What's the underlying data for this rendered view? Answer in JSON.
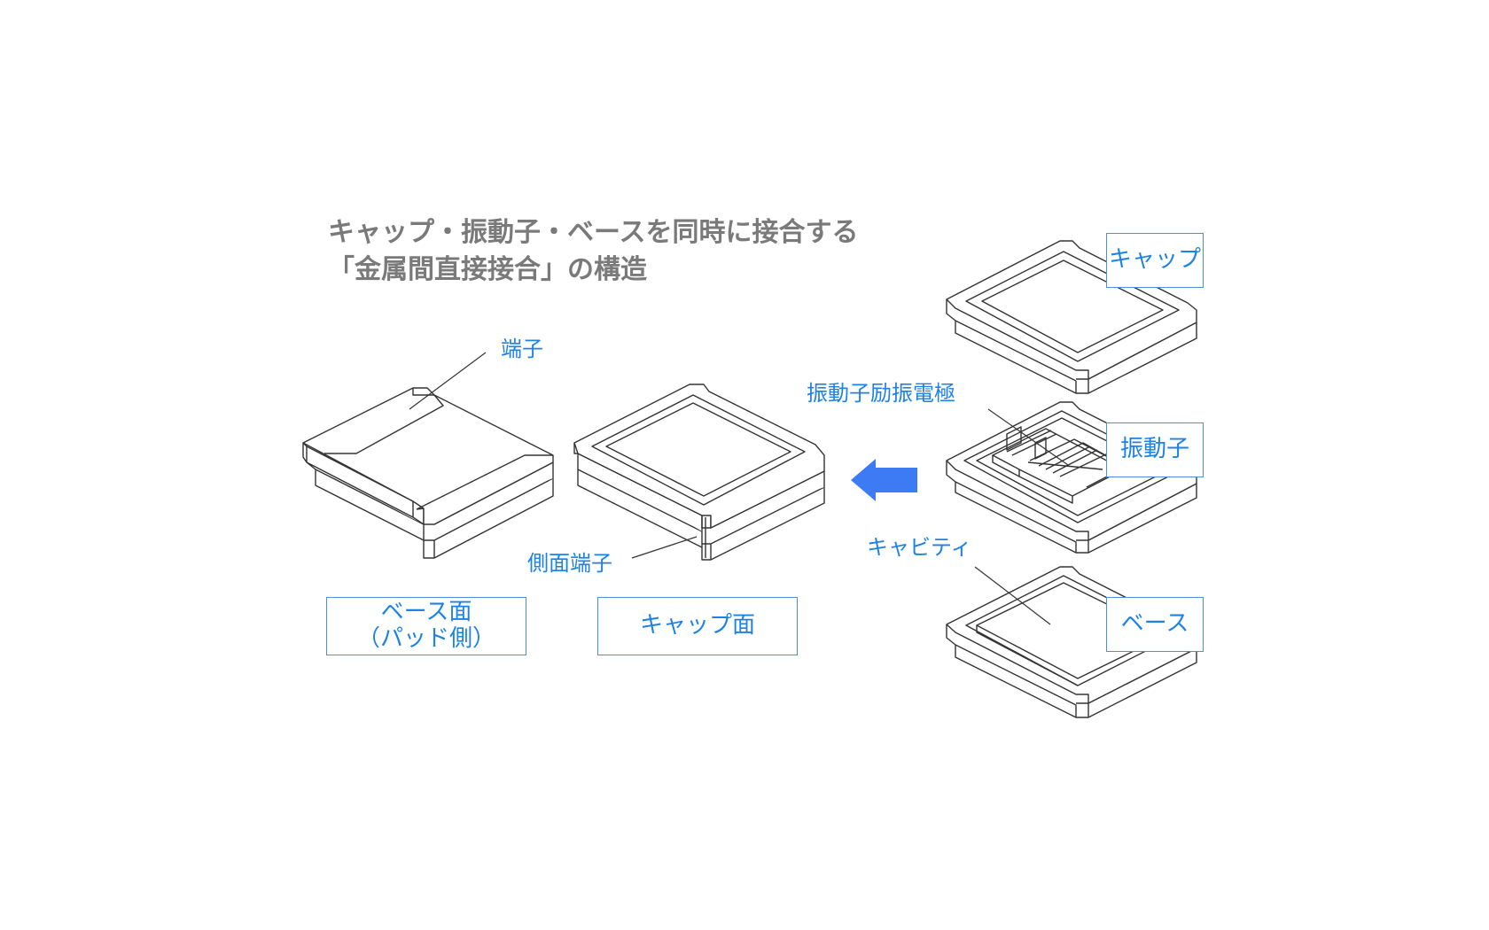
{
  "title": {
    "line1": "キャップ・振動子・ベースを同時に接合する",
    "line2": "「金属間直接接合」の構造"
  },
  "labels": {
    "terminal": "端子",
    "side_terminal": "側面端子",
    "electrode": "振動子励振電極",
    "cavity": "キャビティ"
  },
  "boxes": {
    "base_face_line1": "ベース面",
    "base_face_line2": "（パッド側）",
    "cap_face": "キャップ面",
    "cap": "キャップ",
    "vibrator": "振動子",
    "base": "ベース"
  },
  "colors": {
    "label": "#1d82e6",
    "box_border": "#4a90e2",
    "arrow": "#3d7bf5",
    "title": "#7a7a7a",
    "line": "#333333"
  },
  "icons": {
    "assembly_arrow": "arrow-left-icon"
  }
}
